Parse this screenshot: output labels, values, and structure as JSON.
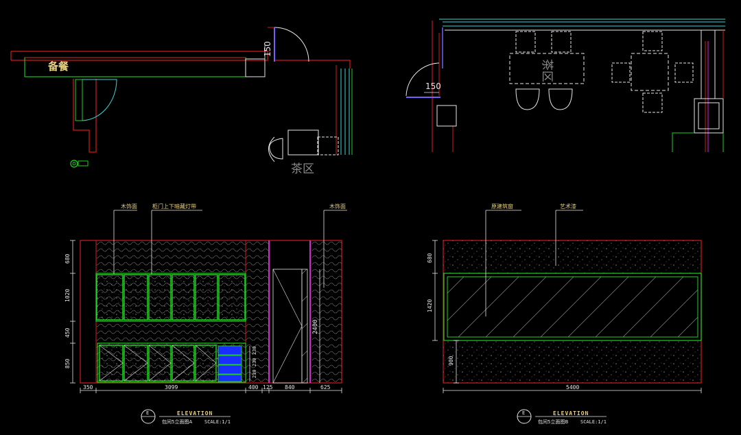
{
  "colors": {
    "background": "#000000",
    "wall": "#d21a1a",
    "green": "#1fd21f",
    "cyan": "#3ad7d7",
    "white": "#e8e8e8",
    "magenta": "#d22ad2",
    "purple": "#7a5cff",
    "yellow": "#e8d080",
    "blue": "#1a2eff",
    "gray": "#8a8a8a"
  },
  "plan_left": {
    "room_label": "备餐",
    "zone_label": "茶区",
    "door_dim": "150"
  },
  "plan_right": {
    "zone_label": "茶区",
    "door_dim": "150"
  },
  "elevation_a": {
    "callouts": [
      "木饰面",
      "柜门上下暗藏灯带",
      "木饰面"
    ],
    "left_dims": [
      "680",
      "1020",
      "450",
      "850"
    ],
    "bottom_dims": [
      "350",
      "3099",
      "400",
      "125",
      "840",
      "625"
    ],
    "right_dims": [
      "230",
      "230",
      "230"
    ],
    "door_height": "2400",
    "title": "ELEVATION",
    "subtitle": "包间5立面图A",
    "scale": "SCALE:1/1",
    "symbol": "E"
  },
  "elevation_b": {
    "callouts": [
      "原建筑窗",
      "艺术漆"
    ],
    "left_dims": [
      "680",
      "1420",
      "900"
    ],
    "bottom_dims": [
      "5400"
    ],
    "title": "ELEVATION",
    "subtitle": "包间5立面图B",
    "scale": "SCALE:1/1",
    "symbol": "E"
  }
}
